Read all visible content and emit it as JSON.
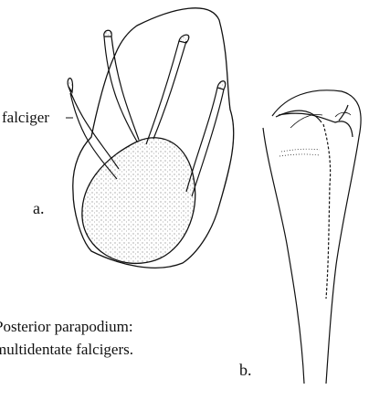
{
  "labels": {
    "falciger": "falciger",
    "panel_a": "a.",
    "panel_b": "b."
  },
  "caption": {
    "line1": "Posterior parapodium:",
    "line2": "multidentate falcigers."
  },
  "colors": {
    "ink": "#111111",
    "background": "#ffffff"
  }
}
